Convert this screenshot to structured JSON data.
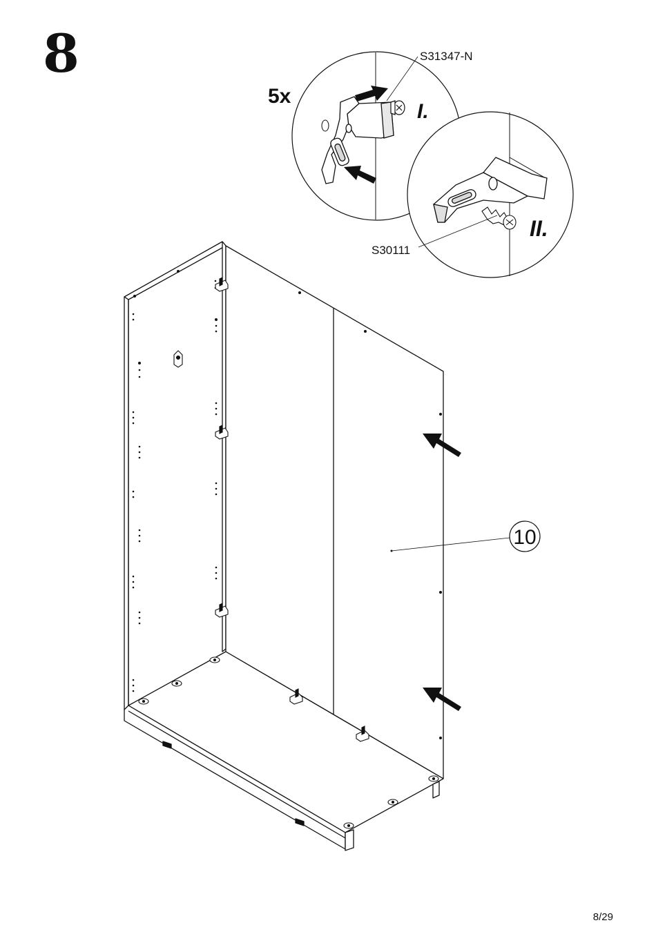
{
  "step": {
    "number": "8"
  },
  "detail": {
    "quantity": "5x",
    "stage_one": "I.",
    "stage_two": "II.",
    "bracket_part": "S31347-N",
    "screw_part": "S30111"
  },
  "callout": {
    "part_number": "10"
  },
  "footer": {
    "page": "8/29"
  },
  "colors": {
    "line": "#111111",
    "background": "#ffffff"
  }
}
